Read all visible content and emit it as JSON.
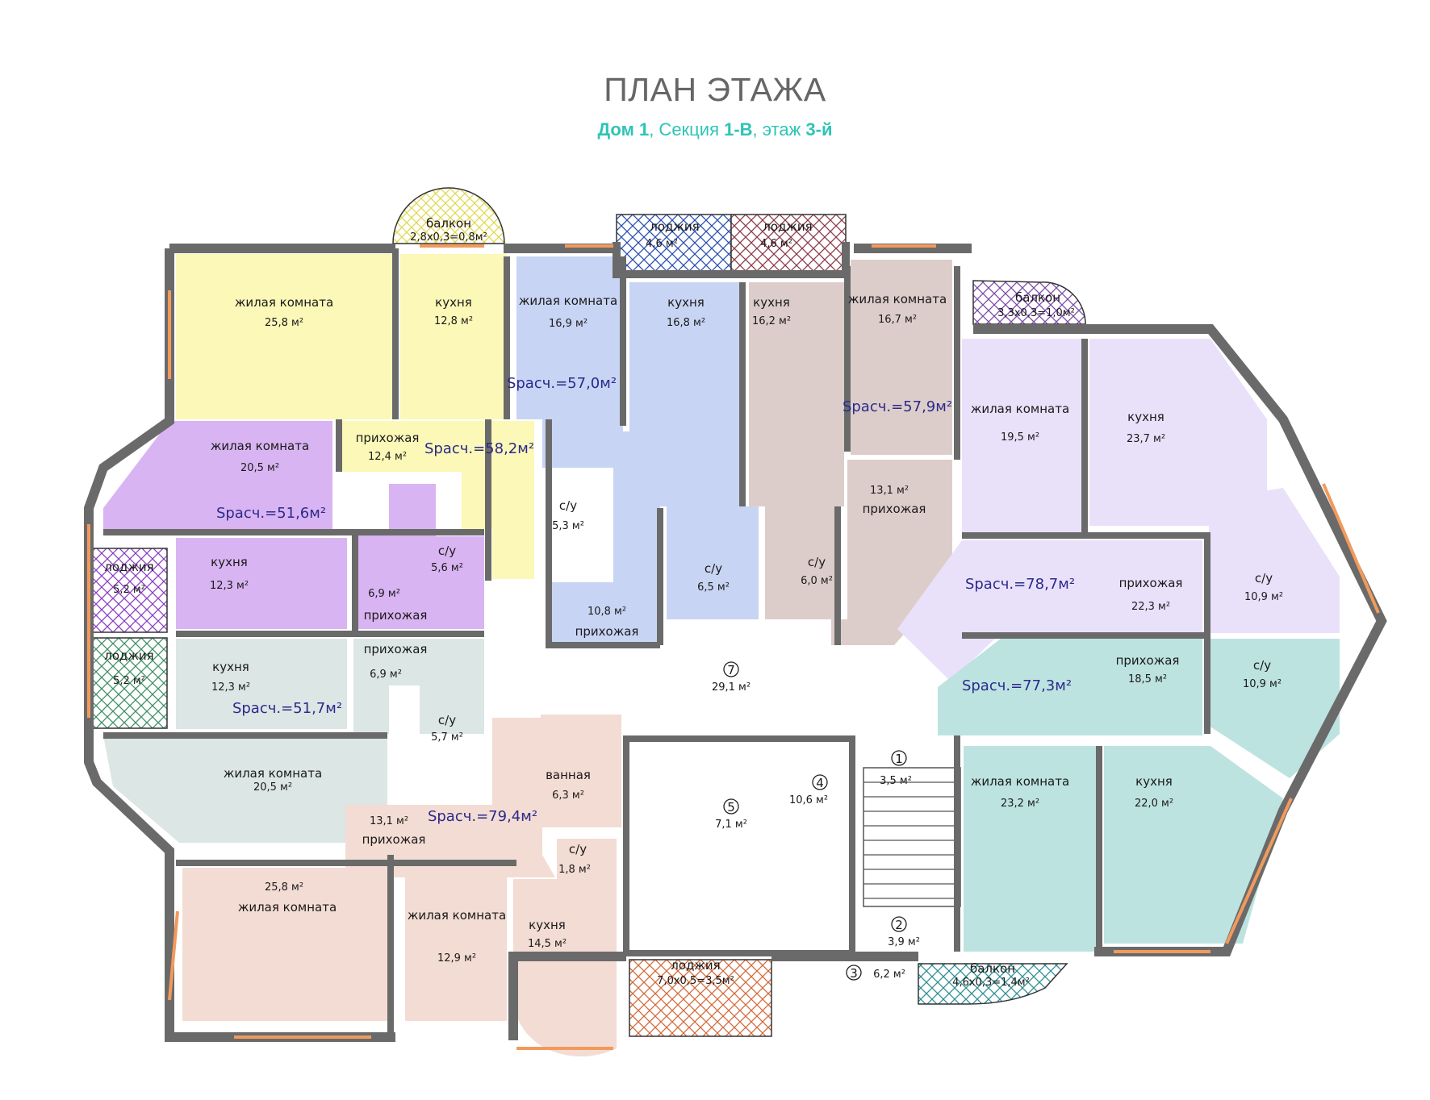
{
  "header": {
    "title": "ПЛАН ЭТАЖА",
    "house_label": "Дом 1",
    "sep1": ", Секция ",
    "section_value": "1-В",
    "sep2": ", этаж ",
    "floor_value": "3-й"
  },
  "colors": {
    "yellow_apt": "#fbf8b8",
    "purple_apt": "#d9b4f2",
    "blue_apt": "#c8d4f3",
    "mauve_apt": "#ddcdca",
    "lavender_apt": "#e9e1fa",
    "teal_apt": "#bde3e1",
    "grey_apt": "#dce6e4",
    "peach_apt": "#f3dcd3",
    "wall": "#6a6a6a",
    "window": "#f29a5c",
    "accent": "#2ec4b6"
  },
  "rooms": [
    {
      "name": "жилая комната",
      "area": "25,8 м²"
    },
    {
      "name": "кухня",
      "area": "12,8 м²"
    },
    {
      "name": "жилая комната",
      "area": "16,9 м²"
    },
    {
      "name": "кухня",
      "area": "16,8 м²"
    },
    {
      "name": "кухня",
      "area": "16,2 м²"
    },
    {
      "name": "жилая комната",
      "area": "16,7 м²"
    },
    {
      "name": "прихожая",
      "area": "12,4 м²"
    },
    {
      "name": "жилая комната",
      "area": "20,5 м²"
    },
    {
      "name": "с/у",
      "area": "5,3 м²"
    },
    {
      "name": "с/у",
      "area": "5,6 м²"
    },
    {
      "name": "кухня",
      "area": "12,3 м²"
    },
    {
      "name": "прихожая",
      "area": "6,9 м²"
    },
    {
      "name": "прихожая",
      "area": "10,8 м²"
    },
    {
      "name": "с/у",
      "area": "6,5 м²"
    },
    {
      "name": "с/у",
      "area": "6,0 м²"
    },
    {
      "name": "прихожая",
      "area": "13,1 м²"
    },
    {
      "name": "жилая комната",
      "area": "19,5 м²"
    },
    {
      "name": "кухня",
      "area": "23,7 м²"
    },
    {
      "name": "прихожая",
      "area": "22,3 м²"
    },
    {
      "name": "с/у",
      "area": "10,9 м²"
    },
    {
      "name": "кухня",
      "area": "12,3 м²"
    },
    {
      "name": "прихожая",
      "area": "6,9 м²"
    },
    {
      "name": "с/у",
      "area": "5,7 м²"
    },
    {
      "name": "жилая комната",
      "area": "20,5 м²"
    },
    {
      "name": "прихожая",
      "area": "18,5 м²"
    },
    {
      "name": "с/у",
      "area": "10,9 м²"
    },
    {
      "name": "ванная",
      "area": "6,3 м²"
    },
    {
      "name": "прихожая",
      "area": "13,1 м²"
    },
    {
      "name": "с/у",
      "area": "1,8 м²"
    },
    {
      "name": "жилая комната",
      "area": "25,8 м²"
    },
    {
      "name": "жилая комната",
      "area": "12,9 м²"
    },
    {
      "name": "кухня",
      "area": "14,5 м²"
    },
    {
      "name": "жилая комната",
      "area": "23,2 м²"
    },
    {
      "name": "кухня",
      "area": "22,0 м²"
    }
  ],
  "outdoor": [
    {
      "name": "балкон",
      "area": "2,8х0,3=0,8м²"
    },
    {
      "name": "лоджия",
      "area": "4,6 м²"
    },
    {
      "name": "лоджия",
      "area": "4,6 м²"
    },
    {
      "name": "балкон",
      "area": "3,3х0,3=1,0м²"
    },
    {
      "name": "лоджия",
      "area": "5,2 м²"
    },
    {
      "name": "лоджия",
      "area": "5,2 м²"
    },
    {
      "name": "лоджия",
      "area": "7,0х0,5=3,5м²"
    },
    {
      "name": "балкон",
      "area": "4,6х0,3=1,4м²"
    }
  ],
  "apartments": [
    "Sрасч.=57,0м²",
    "Sрасч.=57,9м²",
    "Sрасч.=58,2м²",
    "Sрасч.=51,6м²",
    "Sрасч.=78,7м²",
    "Sрасч.=77,3м²",
    "Sрасч.=51,7м²",
    "Sрасч.=79,4м²"
  ],
  "common": [
    {
      "num": "7",
      "area": "29,1 м²"
    },
    {
      "num": "1",
      "area": "3,5 м²"
    },
    {
      "num": "2",
      "area": "3,9 м²"
    },
    {
      "num": "3",
      "area": "6,2 м²"
    },
    {
      "num": "4",
      "area": "10,6 м²"
    },
    {
      "num": "5",
      "area": "7,1 м²"
    }
  ]
}
